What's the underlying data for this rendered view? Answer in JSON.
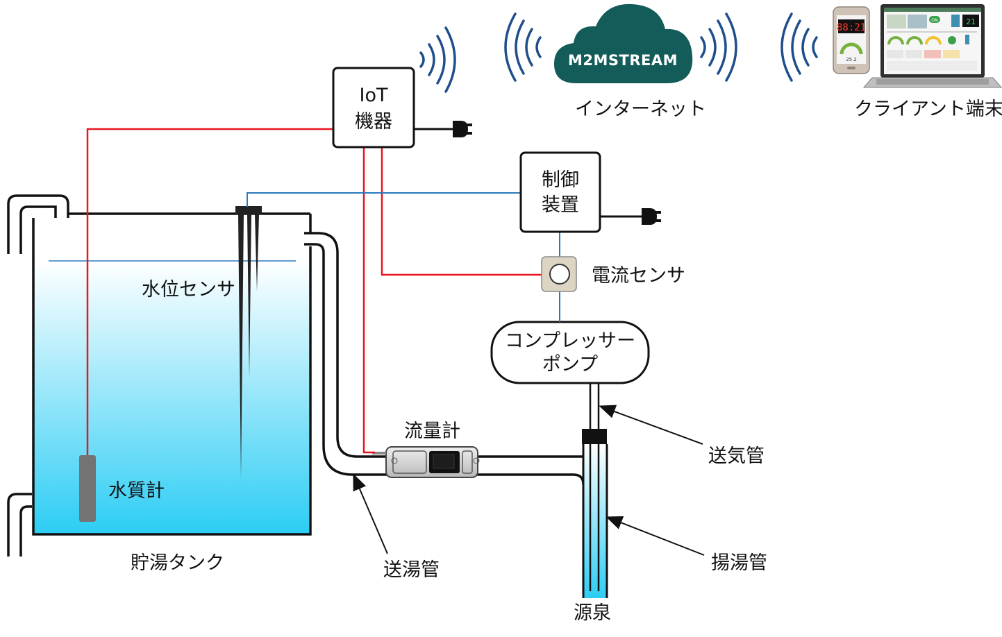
{
  "colors": {
    "signal_wire": "#e8171d",
    "control_wire": "#2a7ac0",
    "wifi": "#1f4e8c",
    "cloud": "#135c5a",
    "pipe": "#111111",
    "water_top": "#ffffff",
    "water_bottom": "#2ccdf4"
  },
  "labels": {
    "iot_line1": "IoT",
    "iot_line2": "機器",
    "cloud_brand": "M2MSTREAM",
    "internet": "インターネット",
    "client": "クライアント端末",
    "controller_line1": "制御",
    "controller_line2": "装置",
    "current_sensor": "電流センサ",
    "compressor_line1": "コンプレッサー",
    "compressor_line2": "ポンプ",
    "level_sensor": "水位センサ",
    "flow_meter": "流量計",
    "air_pipe": "送気管",
    "lift_pipe": "揚湯管",
    "quality_meter": "水質計",
    "tank": "貯湯タンク",
    "supply_pipe": "送湯管",
    "source": "源泉"
  },
  "phone_screen": {
    "digits": "88:21",
    "gauge_value": "25.2"
  },
  "laptop_screen": {
    "toggle": "ON",
    "digits": "21"
  },
  "icons": [
    "cloud-icon",
    "wifi-waves-icon",
    "power-plug-icon",
    "smartphone-icon",
    "laptop-icon",
    "arrow-icon"
  ]
}
